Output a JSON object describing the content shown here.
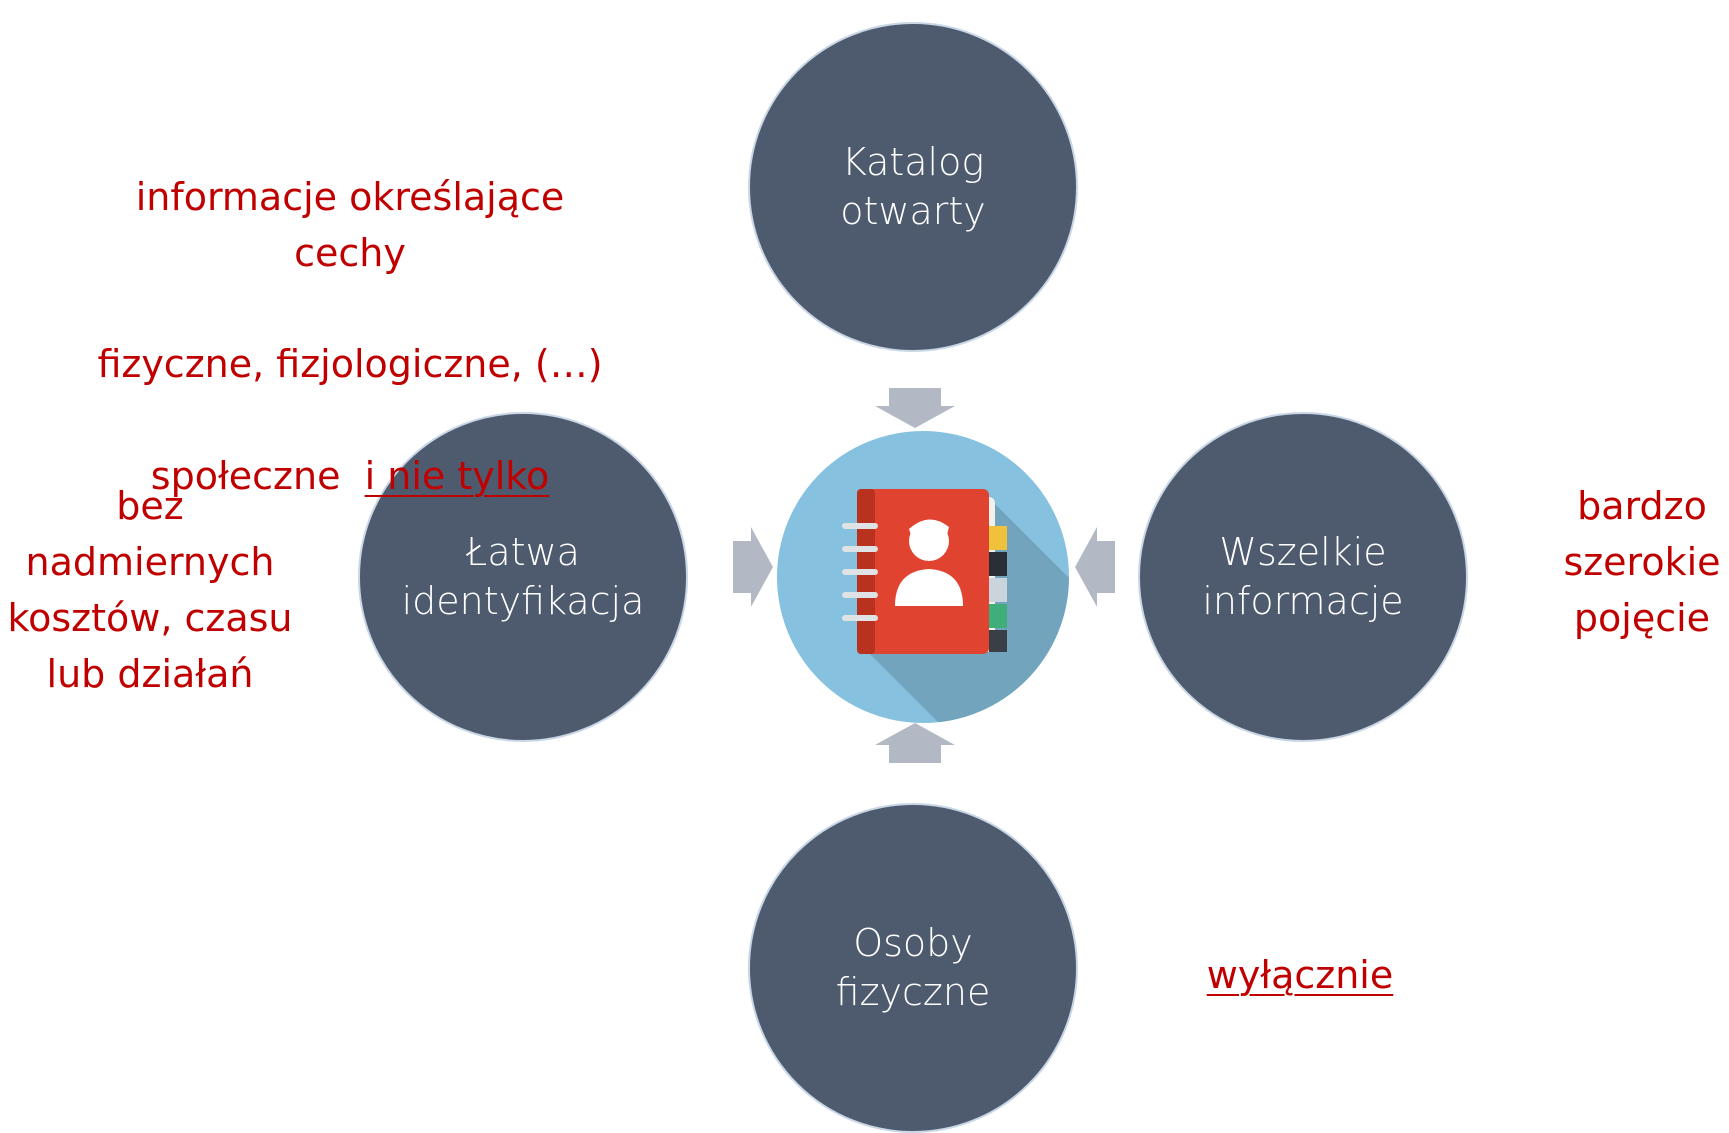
{
  "nodes": {
    "top": "Katalog\notwarty",
    "left": "Łatwa\nidentyfikacja",
    "right": "Wszelkie\ninformacje",
    "bottom": "Osoby\nfizyczne"
  },
  "notes": {
    "top_line1": "informacje określające cechy",
    "top_line2": "fizyczne, fizjologiczne, (…)",
    "top_line3_a": "społeczne  ",
    "top_line3_b": "i nie tylko",
    "left": "bez\nnadmiernych\nkosztów, czasu\nlub działań",
    "right": "bardzo\nszerokie\npojęcie",
    "bottom": "wyłącznie"
  },
  "hub": {
    "icon": "contact-book-icon"
  },
  "colors": {
    "node_fill": "#4e5b6f",
    "hub_fill": "#86c1e0",
    "arrow_fill": "#b3b9c4",
    "note_text": "#c00000",
    "book_cover": "#e0432f"
  }
}
